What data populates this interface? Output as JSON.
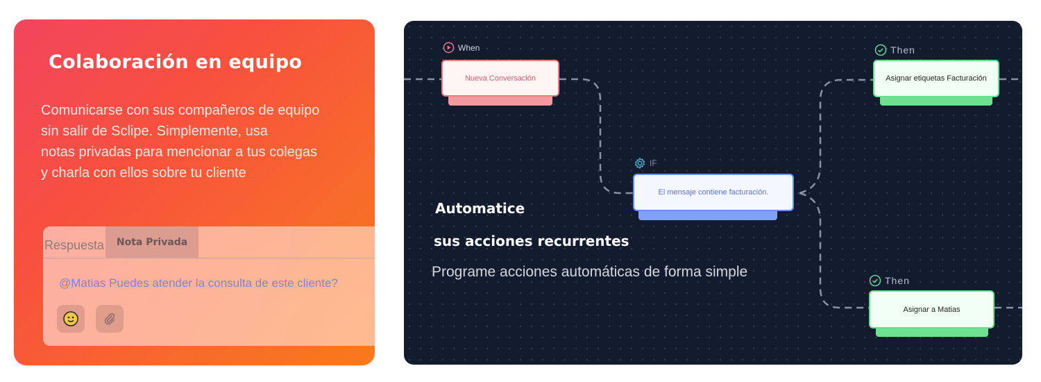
{
  "left": {
    "title": "Colaboración en equipo",
    "description": [
      "Comunicarse con sus compañeros de equipo",
      "sin salir de Sclipe. Simplemente, usa",
      "notas privadas para mencionar a tus colegas",
      "y charla con ellos sobre tu cliente"
    ],
    "composer": {
      "tabs": [
        "Respuesta",
        "Nota Privada"
      ],
      "message": "@Matias Puedes atender la consulta de este cliente?",
      "icons": [
        "emoji-icon",
        "attachment-icon"
      ]
    }
  },
  "right": {
    "title_line1": "Automatice",
    "title_line2": "sus acciones recurrentes",
    "subtitle": "Programe acciones automáticas de forma simple",
    "nodes": {
      "when": {
        "label": "When",
        "text": "Nueva Conversación"
      },
      "if": {
        "label": "IF",
        "text": "El mensaje contiene facturación."
      },
      "then1": {
        "label": "Then",
        "text": "Asignar etiquetas Facturación"
      },
      "then2": {
        "label": "Then",
        "text": "Asignar a Matias"
      }
    }
  },
  "colors": {
    "when": "#f07a80",
    "if": "#6b8ef0",
    "then": "#66e08a",
    "bg": "#131b2e"
  }
}
